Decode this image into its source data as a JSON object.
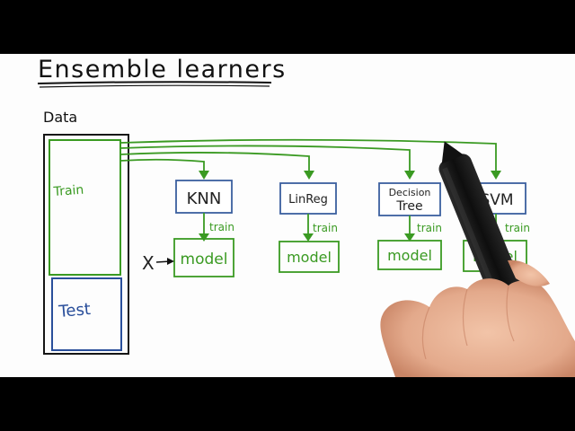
{
  "diagram": {
    "title": "Ensemble learners",
    "data_label": "Data",
    "train_label": "Train",
    "test_label": "Test",
    "input_label": "X",
    "edge_label": "train",
    "output_label": "model",
    "learners": [
      {
        "label": "KNN"
      },
      {
        "label": "LinReg"
      },
      {
        "label_line1": "Decision",
        "label_line2": "Tree"
      },
      {
        "label": "SVM"
      }
    ]
  },
  "colors": {
    "green": "#3a9a22",
    "blue": "#2a4f9b",
    "learner_box": "#3b5f9e",
    "ink": "#111111",
    "hand": "#e3a98b",
    "marker": "#1b1b1b"
  }
}
